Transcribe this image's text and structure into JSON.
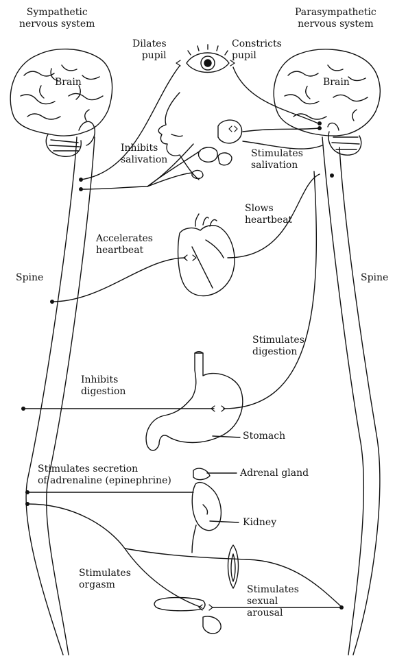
{
  "headers": {
    "sympathetic": [
      "Sympathetic",
      "nervous system"
    ],
    "parasympathetic": [
      "Parasympathetic",
      "nervous system"
    ]
  },
  "structures": {
    "brain_left": "Brain",
    "brain_right": "Brain",
    "spine_left": "Spine",
    "spine_right": "Spine",
    "stomach": "Stomach",
    "adrenal": "Adrenal gland",
    "kidney": "Kidney"
  },
  "effects": {
    "dilates_pupil": [
      "Dilates",
      "pupil"
    ],
    "constricts_pupil": [
      "Constricts",
      "pupil"
    ],
    "inhibits_salivation": [
      "Inhibits",
      "salivation"
    ],
    "stimulates_salivation": [
      "Stimulates",
      "salivation"
    ],
    "slows_heartbeat": [
      "Slows",
      "heartbeat"
    ],
    "accelerates_heartbeat": [
      "Accelerates",
      "heartbeat"
    ],
    "stimulates_digestion": [
      "Stimulates",
      "digestion"
    ],
    "inhibits_digestion": [
      "Inhibits",
      "digestion"
    ],
    "adrenaline": [
      "Stimulates secretion",
      "of adrenaline (epinephrine)"
    ],
    "orgasm": [
      "Stimulates",
      "orgasm"
    ],
    "sexual_arousal": [
      "Stimulates",
      "sexual",
      "arousal"
    ]
  },
  "colors": {
    "ink": "#111111",
    "paper": "#ffffff"
  }
}
